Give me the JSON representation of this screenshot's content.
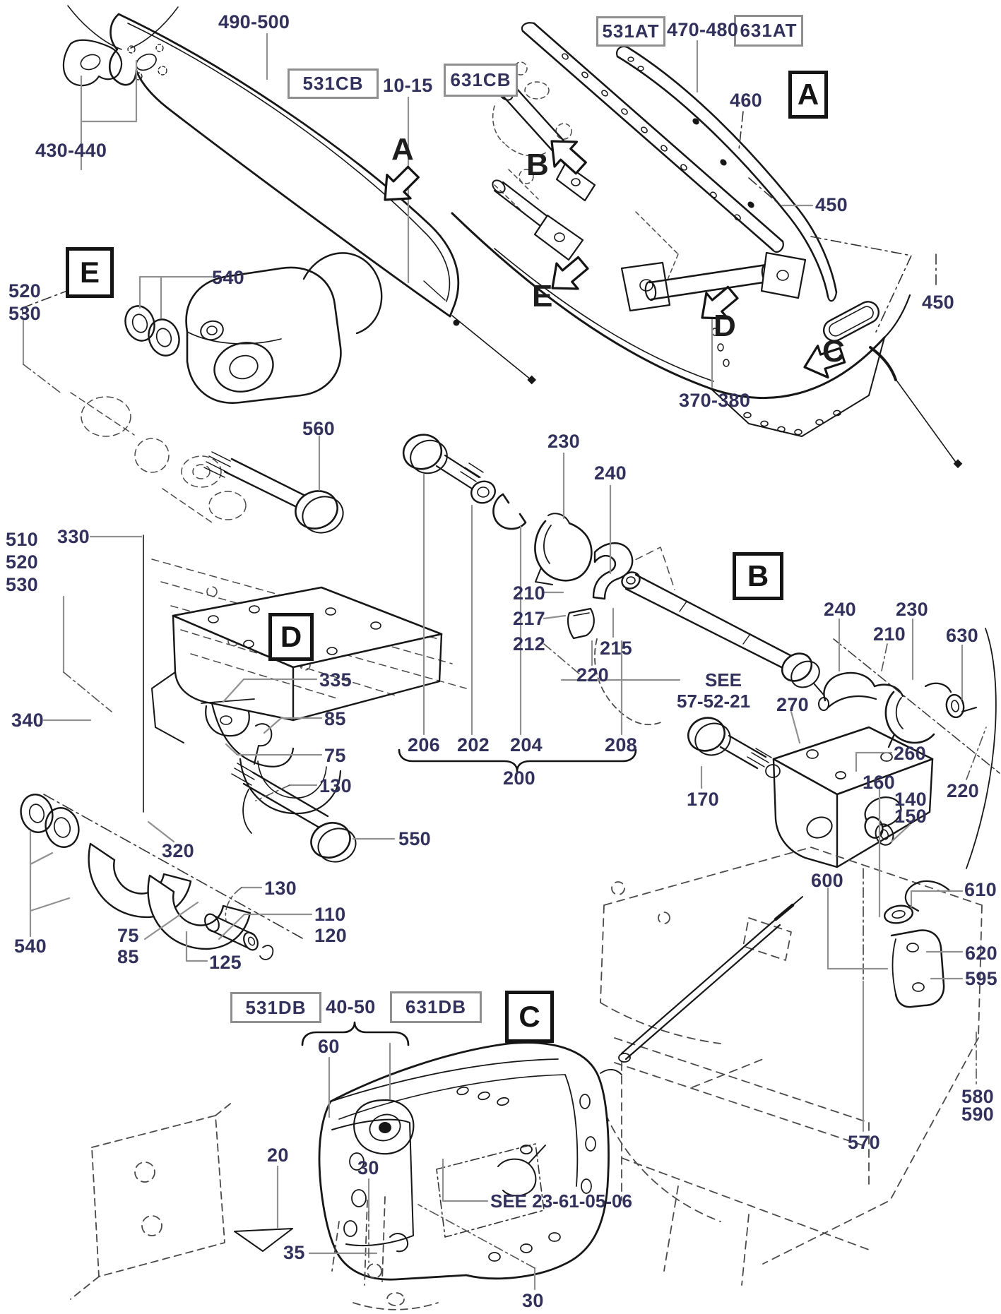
{
  "page": {
    "kind": "exploded-parts-diagram",
    "background": "#ffffff"
  },
  "colors": {
    "label_text": "#31315c",
    "line_art": "#171717",
    "leader_line": "#909090",
    "ghost_line": "#4a4a4a",
    "part_box_border": "#8f8f8f",
    "section_box_border": "#141414"
  },
  "part_boxes": [
    "531CB",
    "631CB",
    "531AT",
    "631AT",
    "531DB",
    "631DB"
  ],
  "section_boxes": [
    "A",
    "E",
    "D",
    "B",
    "C"
  ],
  "view_letters": [
    "A",
    "B",
    "E",
    "D",
    "C"
  ],
  "callouts": [
    "490-500",
    "10-15",
    "430-440",
    "470-480",
    "460",
    "450",
    "450",
    "370-380",
    "520",
    "530",
    "540",
    "560",
    "510",
    "520",
    "530",
    "330",
    "340",
    "335",
    "85",
    "75",
    "130",
    "320",
    "550",
    "130",
    "110",
    "120",
    "75",
    "85",
    "540",
    "125",
    "230",
    "240",
    "210",
    "217",
    "212",
    "215",
    "220",
    "206",
    "202",
    "204",
    "208",
    "200",
    "240",
    "230",
    "210",
    "630",
    "270",
    "170",
    "260",
    "160",
    "140",
    "150",
    "220",
    "600",
    "610",
    "620",
    "595",
    "580",
    "590",
    "570",
    "40-50",
    "60",
    "20",
    "30",
    "35",
    "30"
  ],
  "references": [
    "SEE\n57-52-21",
    "SEE 23-61-05-06"
  ]
}
